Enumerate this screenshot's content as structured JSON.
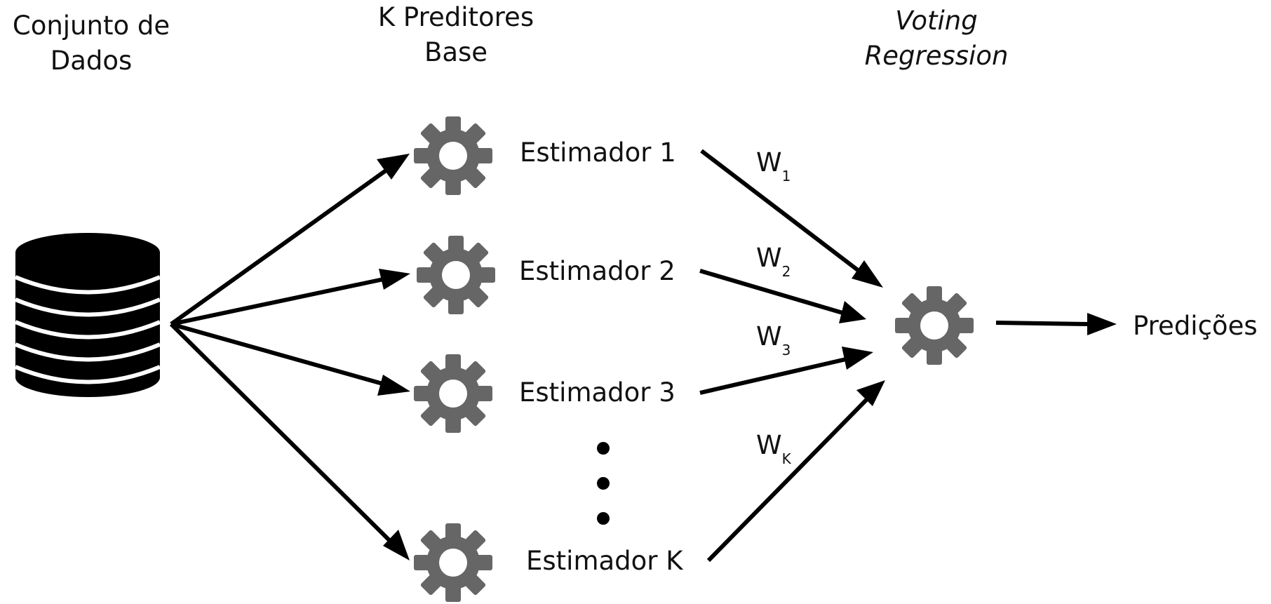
{
  "headers": {
    "dataset": [
      "Conjunto de",
      "Dados"
    ],
    "base_predictors": [
      "K Preditores",
      "Base"
    ],
    "voting": [
      "Voting",
      "Regression"
    ]
  },
  "estimators": [
    "Estimador 1",
    "Estimador 2",
    "Estimador 3",
    "Estimador K"
  ],
  "weights": [
    {
      "base": "W",
      "sub": "1"
    },
    {
      "base": "W",
      "sub": "2"
    },
    {
      "base": "W",
      "sub": "3"
    },
    {
      "base": "W",
      "sub": "K"
    }
  ],
  "output": "Predições",
  "icons": {
    "dataset": "database-icon",
    "estimator": "gear-icon",
    "voting": "gear-icon"
  },
  "colors": {
    "gear": "#666666",
    "arrow": "#000000",
    "database": "#000000"
  }
}
